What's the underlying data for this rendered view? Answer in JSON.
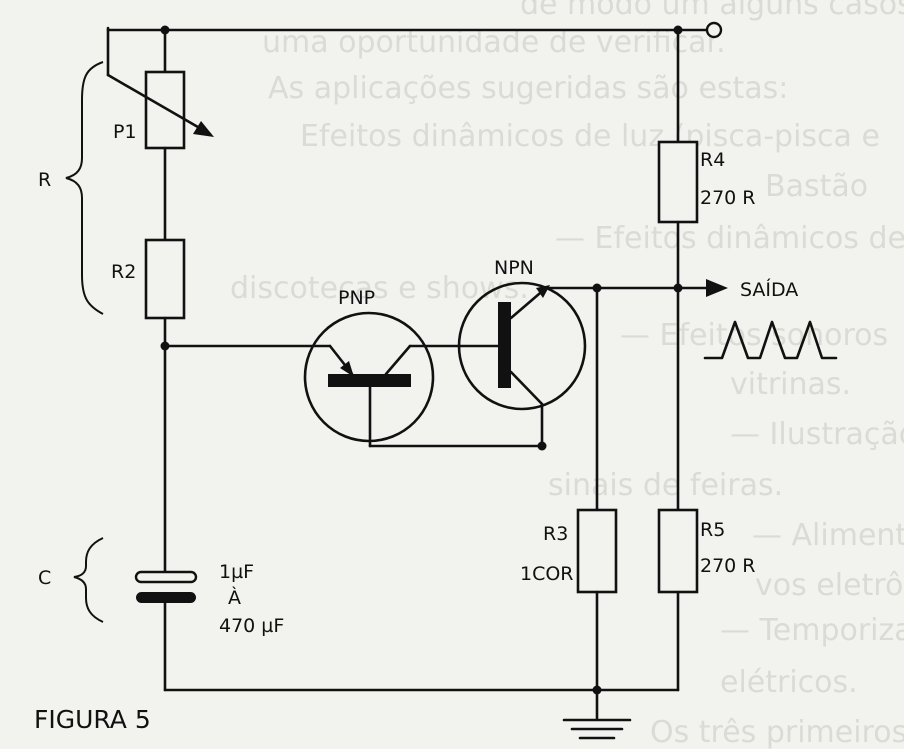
{
  "figure": {
    "caption": "FIGURA 5"
  },
  "background_text": [
    "de modo um alguns casos de grande interesse",
    "uma oportunidade de verificar.",
    "As aplicações sugeridas são estas:",
    "Efeitos dinâmicos de luz (pisca-pisca e",
    "Bastão",
    "— Efeitos dinâmicos de luz para pistas",
    "discotecas e shows.",
    "— Efeitos sonoros",
    "vitrinas.",
    "— Ilustração de",
    "sinais de feiras.",
    "— Alimentação para os dispositi-",
    "vos eletrônicos.",
    "— Temporização para aparelhos",
    "elétricos.",
    "Os três primeiros"
  ],
  "components": {
    "p1": "P1",
    "r2": "R2",
    "r_group": "R",
    "c_group": "C",
    "cap_value_1": "1µF",
    "cap_value_2": "À",
    "cap_value_3": "470 µF",
    "pnp": "PNP",
    "npn": "NPN",
    "r3": "R3",
    "r3_value": "1COR",
    "r4": "R4",
    "r4_value": "270 R",
    "r5": "R5",
    "r5_value": "270 R",
    "output": "SAÍDA"
  }
}
